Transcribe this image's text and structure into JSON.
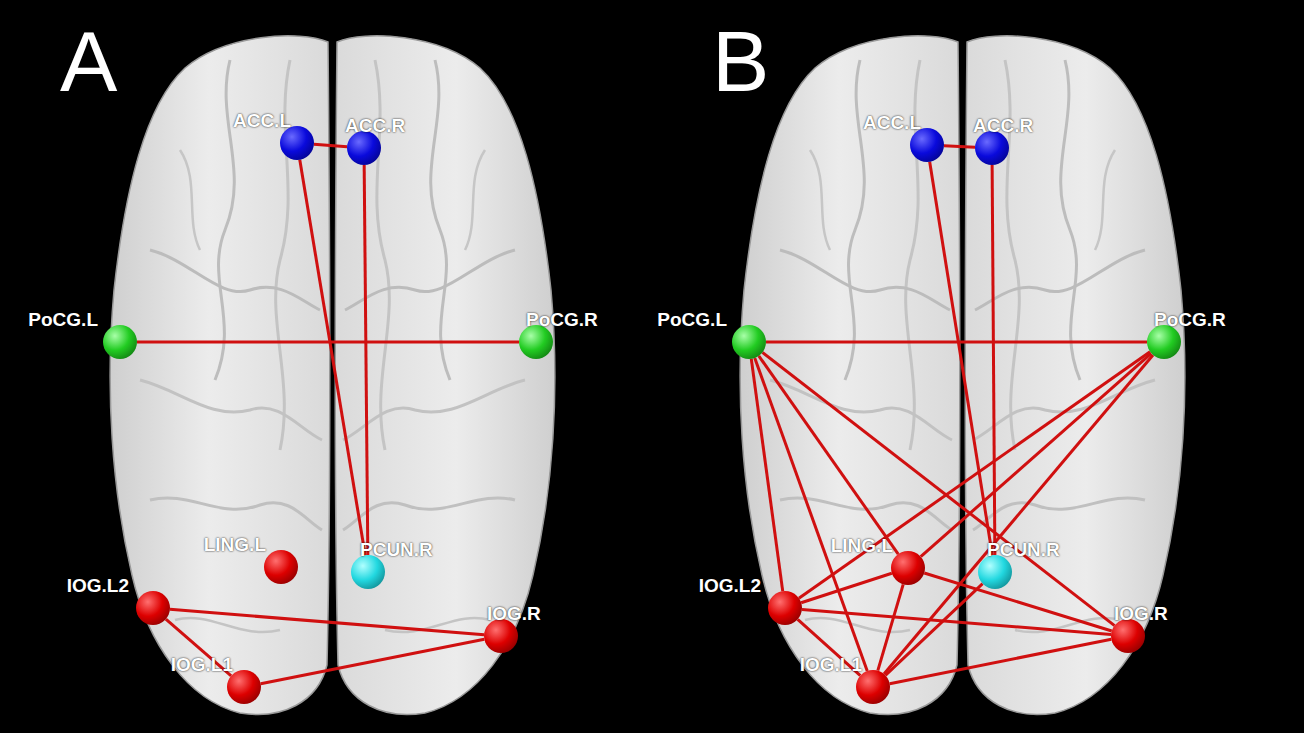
{
  "diagram": {
    "nodes": [
      {
        "text": [
          "ACC.L"
        ]
      },
      {
        "text": [
          "ACC.R"
        ]
      },
      {
        "text": [
          "PoCG.L"
        ]
      },
      {
        "text": [
          "PoCG.R"
        ]
      },
      {
        "text": [
          "LING.L"
        ]
      },
      {
        "text": [
          "PCUN.R"
        ]
      },
      {
        "text": [
          "IOG.L2"
        ]
      },
      {
        "text": [
          "IOG.L1"
        ]
      },
      {
        "text": [
          "IOG.R"
        ]
      },
      {
        "text": [
          "ACC.L"
        ]
      },
      {
        "text": [
          "ACC.R"
        ]
      },
      {
        "text": [
          "PoCG.L"
        ]
      },
      {
        "text": [
          "PoCG.R"
        ]
      },
      {
        "text": [
          "LING.L"
        ]
      },
      {
        "text": [
          "PCUN.R"
        ]
      },
      {
        "text": [
          "IOG.L2"
        ]
      },
      {
        "text": [
          "IOG.L1"
        ]
      },
      {
        "text": [
          "IOG.R"
        ]
      }
    ],
    "edges": [
      {
        "from": 0,
        "to": 1,
        "arrow": "none"
      },
      {
        "from": 0,
        "to": 5,
        "arrow": "none"
      },
      {
        "from": 1,
        "to": 5,
        "arrow": "none"
      },
      {
        "from": 2,
        "to": 3,
        "arrow": "none"
      },
      {
        "from": 6,
        "to": 7,
        "arrow": "none"
      },
      {
        "from": 6,
        "to": 8,
        "arrow": "none"
      },
      {
        "from": 7,
        "to": 8,
        "arrow": "none"
      },
      {
        "from": 9,
        "to": 10,
        "arrow": "none"
      },
      {
        "from": 9,
        "to": 14,
        "arrow": "none"
      },
      {
        "from": 10,
        "to": 14,
        "arrow": "none"
      },
      {
        "from": 11,
        "to": 12,
        "arrow": "none"
      },
      {
        "from": 11,
        "to": 15,
        "arrow": "none"
      },
      {
        "from": 11,
        "to": 16,
        "arrow": "none"
      },
      {
        "from": 11,
        "to": 13,
        "arrow": "none"
      },
      {
        "from": 11,
        "to": 17,
        "arrow": "none"
      },
      {
        "from": 12,
        "to": 15,
        "arrow": "none"
      },
      {
        "from": 12,
        "to": 13,
        "arrow": "none"
      },
      {
        "from": 12,
        "to": 16,
        "arrow": "none"
      },
      {
        "from": 15,
        "to": 13,
        "arrow": "none"
      },
      {
        "from": 15,
        "to": 16,
        "arrow": "none"
      },
      {
        "from": 15,
        "to": 17,
        "arrow": "none"
      },
      {
        "from": 13,
        "to": 16,
        "arrow": "none"
      },
      {
        "from": 13,
        "to": 17,
        "arrow": "none"
      },
      {
        "from": 16,
        "to": 17,
        "arrow": "none"
      },
      {
        "from": 16,
        "to": 14,
        "arrow": "none"
      }
    ],
    "labels": [
      "A",
      "B"
    ]
  }
}
